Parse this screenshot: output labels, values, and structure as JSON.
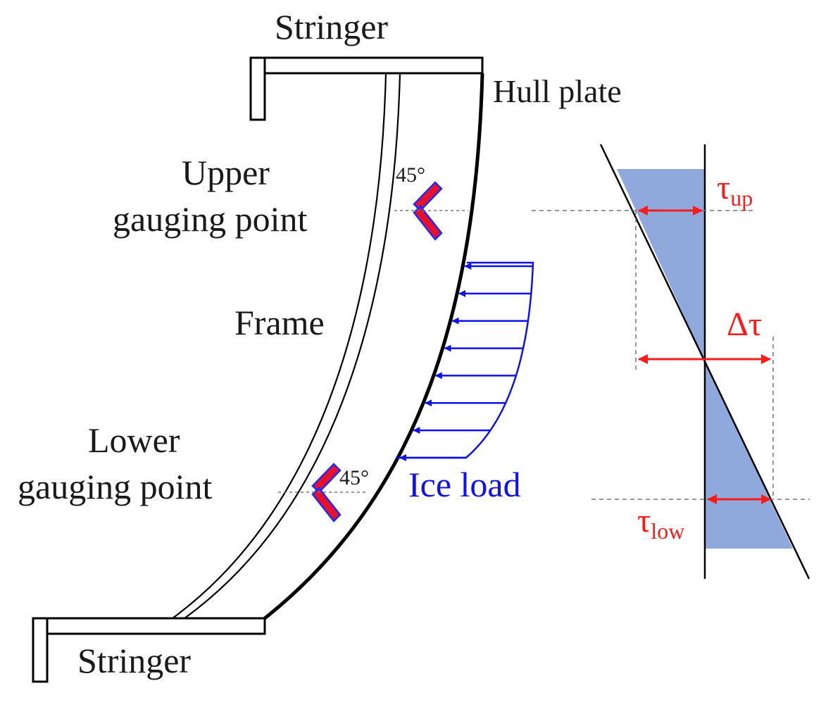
{
  "labels": {
    "stringer_top": "Stringer",
    "stringer_bottom": "Stringer",
    "hull_plate": "Hull plate",
    "upper_gauge_line1": "Upper",
    "upper_gauge_line2": "gauging point",
    "frame": "Frame",
    "lower_gauge_line1": "Lower",
    "lower_gauge_line2": "gauging point",
    "angle_upper": "45°",
    "angle_lower": "45°",
    "ice_load": "Ice load"
  },
  "shear_diagram": {
    "tau_symbol": "τ",
    "tau_up_sub": "up",
    "tau_low_sub": "low",
    "delta_tau": "Δτ"
  },
  "colors": {
    "structure": "#000000",
    "gauge_fill": "#e8112d",
    "gauge_outline": "#1a2cff",
    "ice_load": "#1010ee",
    "shear_fill": "#8fa9dc",
    "annotation_red": "#ff1a1a",
    "dashed": "#777777"
  },
  "ice_load_arrows": 8
}
